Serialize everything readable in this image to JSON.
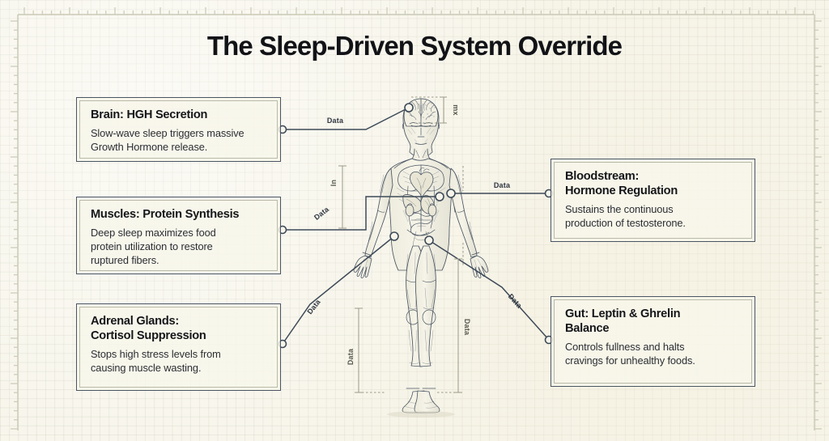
{
  "page": {
    "title": "The Sleep-Driven System Override",
    "background_color": "#f7f5ea",
    "ink_color": "#3e4a59",
    "accent_color": "#15161a"
  },
  "callouts": [
    {
      "id": "brain",
      "side": "left",
      "title": "Brain: HGH Secretion",
      "body": "Slow-wave sleep triggers massive Growth Hormone release.",
      "body_lines": [
        "Slow-wave sleep triggers massive",
        "Growth Hormone release."
      ],
      "connector_label": "Data"
    },
    {
      "id": "muscles",
      "side": "left",
      "title": "Muscles: Protein Synthesis",
      "body": "Deep sleep maximizes food protein utilization to restore ruptured fibers.",
      "body_lines": [
        "Deep sleep maximizes food",
        "protein utilization to restore",
        "ruptured fibers."
      ],
      "connector_label": "Data"
    },
    {
      "id": "adrenal",
      "side": "left",
      "title": "Adrenal Glands: Cortisol Suppression",
      "title_lines": [
        "Adrenal Glands:",
        "Cortisol Suppression"
      ],
      "body": "Stops high stress levels from causing muscle wasting.",
      "body_lines": [
        "Stops high stress levels from",
        "causing muscle wasting."
      ],
      "connector_label": "Data"
    },
    {
      "id": "bloodstream",
      "side": "right",
      "title": "Bloodstream: Hormone Regulation",
      "title_lines": [
        "Bloodstream:",
        "Hormone Regulation"
      ],
      "body": "Sustains the continuous production of testosterone.",
      "body_lines": [
        "Sustains the continuous",
        "production of testosterone."
      ],
      "connector_label": "Data"
    },
    {
      "id": "gut",
      "side": "right",
      "title": "Gut: Leptin & Ghrelin Balance",
      "title_lines": [
        "Gut: Leptin & Ghrelin",
        "Balance"
      ],
      "body": "Controls fullness and halts cravings for unhealthy foods.",
      "body_lines": [
        "Controls fullness and halts",
        "cravings for unhealthy foods."
      ],
      "connector_label": "Data"
    }
  ],
  "annotations": {
    "brain_wire": "Data",
    "muscles_wire": "Data",
    "adrenal_wire": "Data",
    "blood_wire": "Data",
    "gut_wire": "Data",
    "head_dimension": "mx",
    "torso_dimension": "In",
    "leg_dimension_left": "Data",
    "leg_dimension_right": "Data"
  },
  "figure": {
    "name": "anatomical-body-diagram",
    "description": "Front-facing male anatomical muscle and organ sketch"
  }
}
